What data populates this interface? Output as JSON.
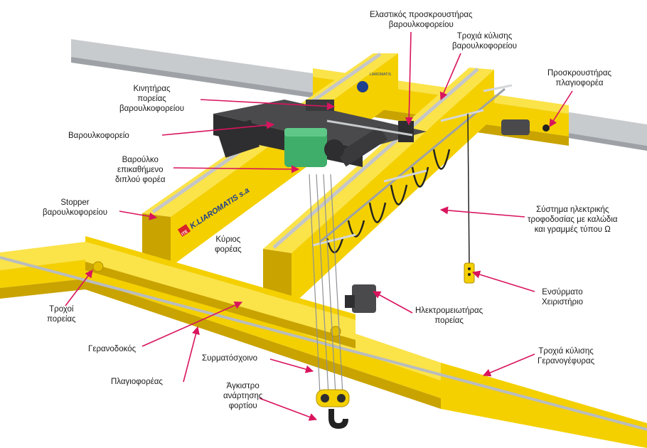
{
  "colors": {
    "yellow": "#f4d000",
    "yellow_dark": "#c9a300",
    "yellow_light": "#fbe34a",
    "trolley_dark": "#3a3a3c",
    "hoist_green": "#3fae6a",
    "rail_grey": "#b9bcbf",
    "arrow": "#d9145e",
    "brand_red": "#d8232a",
    "brand_blue": "#1f3f8f"
  },
  "brand": {
    "girder_text": "K.LIAROMATIS s.a",
    "logo_text": "ITE",
    "end_plate_text": "LIAROMATIS"
  },
  "labels": [
    {
      "id": "buffer_trolley",
      "lines": [
        "Ελαστικός προσκρουστήρας",
        "βαρουλκοφορείου"
      ]
    },
    {
      "id": "trolley_rail",
      "lines": [
        "Τροχιά κύλισης",
        "βαρουλκοφορείου"
      ]
    },
    {
      "id": "buffer_end",
      "lines": [
        "Προσκρουστήρας",
        "πλαγιοφορέα"
      ]
    },
    {
      "id": "trolley_motor",
      "lines": [
        "Κινητήρας",
        "πορείας",
        "βαρουλκοφορείου"
      ]
    },
    {
      "id": "trolley",
      "lines": [
        "Βαρουλκοφορείο"
      ]
    },
    {
      "id": "hoist",
      "lines": [
        "Βαρούλκο",
        "επικαθήμενο",
        "διπλού φορέα"
      ]
    },
    {
      "id": "stopper",
      "lines": [
        "Stopper",
        "βαρουλκοφορείου"
      ]
    },
    {
      "id": "main_girder",
      "lines": [
        "Κύριος",
        "φορέας"
      ]
    },
    {
      "id": "festoon",
      "lines": [
        "Σύστημα ηλεκτρικής",
        "τροφοδοσίας με καλώδια",
        "και γραμμές τύπου Ω"
      ]
    },
    {
      "id": "pendant",
      "lines": [
        "Ενσύρματο",
        "Χειριστήριο"
      ]
    },
    {
      "id": "wheels",
      "lines": [
        "Τροχοί",
        "πορείας"
      ]
    },
    {
      "id": "drive",
      "lines": [
        "Ηλεκτρομειωτήρας",
        "πορείας"
      ]
    },
    {
      "id": "runway_beam",
      "lines": [
        "Γερανοδοκός"
      ]
    },
    {
      "id": "runway_rail",
      "lines": [
        "Τροχιά κύλισης",
        "Γερανογέφυρας"
      ]
    },
    {
      "id": "rope",
      "lines": [
        "Συρματόσχοινο"
      ]
    },
    {
      "id": "end_carriage",
      "lines": [
        "Πλαγιοφορέας"
      ]
    },
    {
      "id": "hook",
      "lines": [
        "Άγκιστρο",
        "ανάρτησης",
        "φορτίου"
      ]
    }
  ]
}
